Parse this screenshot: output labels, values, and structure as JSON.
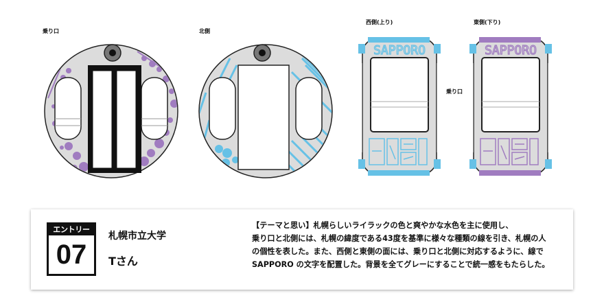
{
  "views": {
    "boarding": "乗り口",
    "north": "北側",
    "west": "西側(上り)",
    "east": "東側(下り)",
    "side_boarding": "乗り口"
  },
  "logo": {
    "top": "SAPPORO"
  },
  "colors": {
    "lilac": "#a07cc0",
    "aqua": "#66c1e6",
    "body_gray": "#dcdcdc",
    "outline": "#222222"
  },
  "entry": {
    "header": "エントリーNo.",
    "number": "07",
    "school": "札幌市立大学",
    "person": "Tさん"
  },
  "description": [
    "【テーマと思い】札幌らしいライラックの色と爽やかな水色を主に使用し、",
    "乗り口と北側には、札幌の緯度である43度を基準に様々な種類の線を引き、札幌の人",
    "の個性を表した。また、西側と東側の面には、乗り口と北側に対応するように、線で",
    "SAPPORO の文字を配置した。背景を全てグレーにすることで統一感をもたらした。"
  ]
}
